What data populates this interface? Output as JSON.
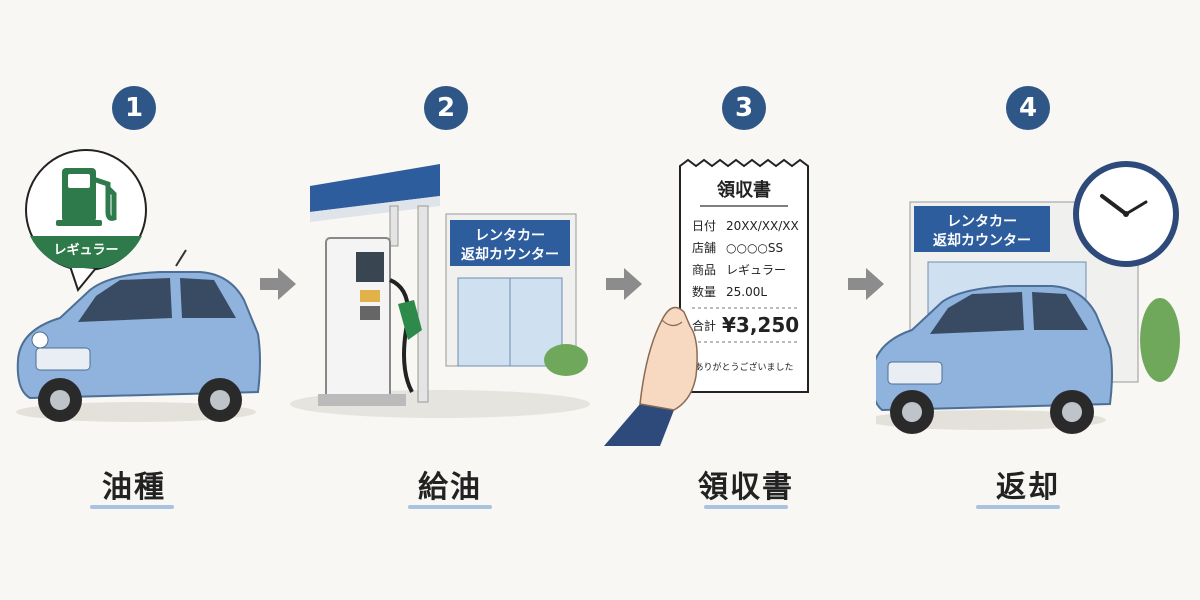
{
  "steps": [
    {
      "number": "1",
      "label": "油種",
      "badge": "レギュラー"
    },
    {
      "number": "2",
      "label": "給油",
      "sign_line1": "レンタカー",
      "sign_line2": "返却カウンター"
    },
    {
      "number": "3",
      "label": "領収書",
      "receipt": {
        "title": "領収書",
        "rows": [
          {
            "k": "日付",
            "v": "20XX/XX/XX"
          },
          {
            "k": "店舗",
            "v": "○○○○SS"
          },
          {
            "k": "商品",
            "v": "レギュラー"
          },
          {
            "k": "数量",
            "v": "25.00L"
          }
        ],
        "total_label": "合計",
        "total_value": "¥3,250",
        "thanks": "ありがとうございました"
      }
    },
    {
      "number": "4",
      "label": "返却",
      "sign_line1": "レンタカー",
      "sign_line2": "返却カウンター"
    }
  ],
  "colors": {
    "badge": "#2e5686",
    "car": "#8fb3dd",
    "fuel_green": "#2f7a4b",
    "sign_blue": "#2e5d9e",
    "underline": "#a9c2de",
    "arrow": "#8c8c8c"
  }
}
